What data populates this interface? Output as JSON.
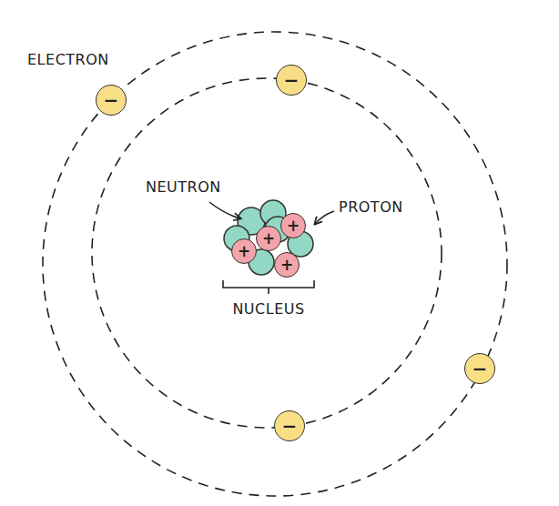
{
  "diagram": {
    "nodes": [
      {
        "text": [
          "−"
        ]
      },
      {
        "text": [
          "−"
        ]
      },
      {
        "text": [
          "+"
        ]
      },
      {
        "text": [
          "+"
        ]
      },
      {
        "text": [
          "+"
        ]
      },
      {
        "text": [
          "+"
        ]
      },
      {
        "text": [
          "−"
        ]
      },
      {
        "text": [
          "−"
        ]
      }
    ],
    "labels": [
      "ELECTRON",
      "NEUTRON",
      "PROTON",
      "NUCLEUS"
    ]
  }
}
